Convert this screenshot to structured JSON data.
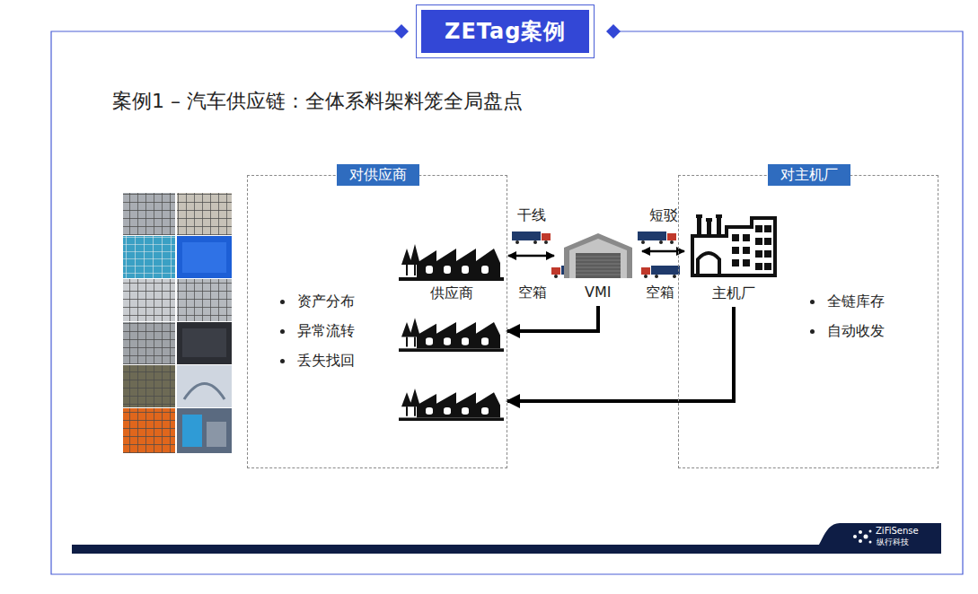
{
  "diagram": {
    "title": "案例1 – 汽车供应链：全体系料架料笼全局盘点",
    "nodes": [
      {
        "text": [
          "ZETag案例"
        ]
      },
      {
        "text": [
          "对供应商",
          "资产分布",
          "异常流转",
          "丢失找回"
        ]
      },
      {
        "text": [
          "供应商"
        ],
        "in": 1
      },
      {
        "text": [],
        "in": 1
      },
      {
        "text": [],
        "in": 1
      },
      {
        "text": [
          "VMI"
        ]
      },
      {
        "text": [
          "对主机厂",
          "全链库存",
          "自动收发"
        ]
      },
      {
        "text": [
          "主机厂"
        ],
        "in": 6
      }
    ],
    "edges": [
      {
        "from": 2,
        "to": 5,
        "arrow": "both",
        "label": "干线"
      },
      {
        "from": 5,
        "to": 7,
        "arrow": "both",
        "label": "短驳"
      },
      {
        "from": 5,
        "to": 3,
        "arrow": "to"
      },
      {
        "from": 7,
        "to": 4,
        "arrow": "to"
      }
    ],
    "labels": [
      "空箱",
      "空箱",
      "ZiFiSense",
      "纵行科技"
    ]
  }
}
